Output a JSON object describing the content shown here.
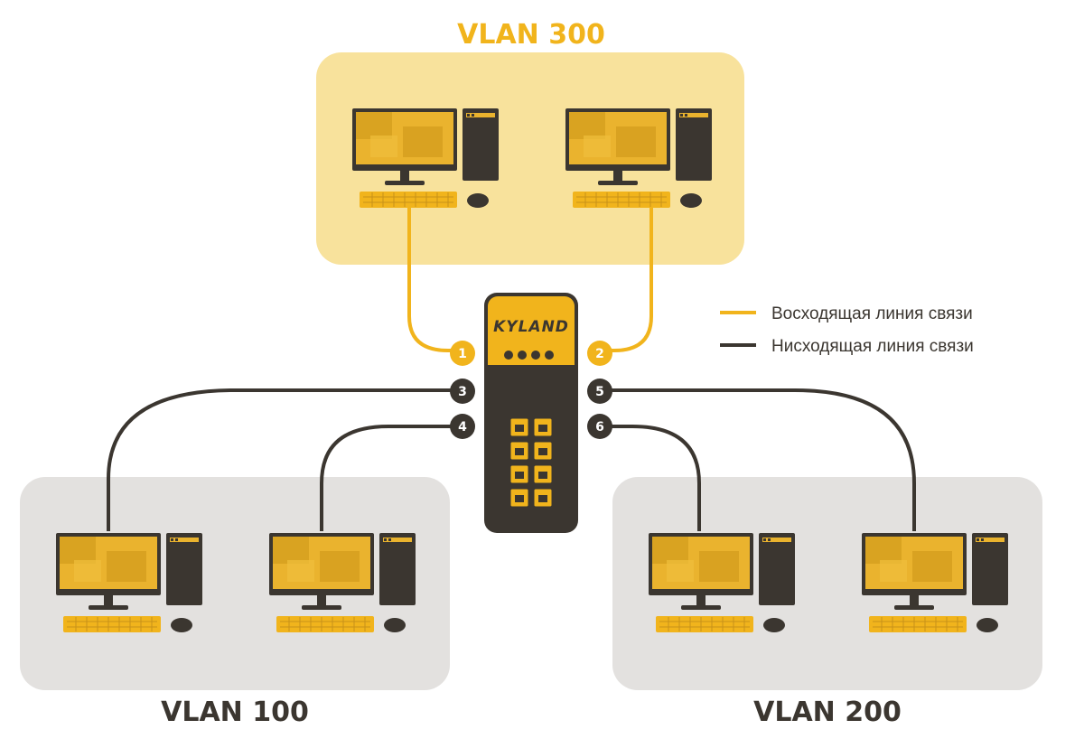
{
  "groups": {
    "vlan300": {
      "label": "VLAN 300"
    },
    "vlan100": {
      "label": "VLAN 100"
    },
    "vlan200": {
      "label": "VLAN 200"
    }
  },
  "switch": {
    "brand": "KYLAND"
  },
  "ports": [
    "1",
    "2",
    "3",
    "4",
    "5",
    "6"
  ],
  "legend": {
    "uplink": "Восходящая линия связи",
    "downlink": "Нисходящая линия связи"
  },
  "colors": {
    "accent": "#f1b41c",
    "dark": "#3b3630",
    "vlan300_bg": "#f8e29c",
    "vlan_gray_bg": "#e3e1df",
    "screen_light": "#eab32e",
    "screen_dark": "#d49e1e"
  }
}
